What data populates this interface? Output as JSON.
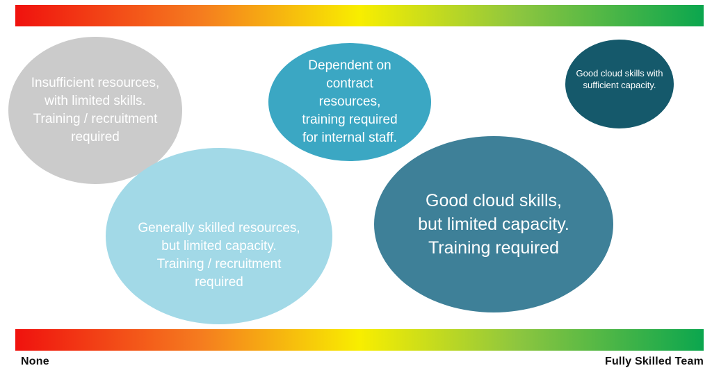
{
  "scale": {
    "gradient_stops": [
      "#f0120e 0%",
      "#f57c1f 27%",
      "#f8ee00 50%",
      "#8dc63f 73%",
      "#0ba64e 100%"
    ],
    "left_label": "None",
    "right_label": "Fully Skilled Team"
  },
  "bubbles": {
    "insufficient": {
      "text": "Insufficient resources,\nwith limited skills.\nTraining / recruitment\nrequired",
      "color": "#cbcbcb"
    },
    "contract": {
      "text": "Dependent on\ncontract\nresources,\ntraining required\nfor internal staff.",
      "color": "#3ba7c3"
    },
    "sufficient": {
      "text": "Good cloud skills with\nsufficient capacity.",
      "color": "#15596b"
    },
    "generally": {
      "text": "Generally skilled resources,\nbut limited capacity.\nTraining / recruitment\nrequired",
      "color": "#a2d9e7"
    },
    "limited": {
      "text": "Good cloud skills,\nbut limited capacity.\nTraining required",
      "color": "#3e8098"
    }
  }
}
